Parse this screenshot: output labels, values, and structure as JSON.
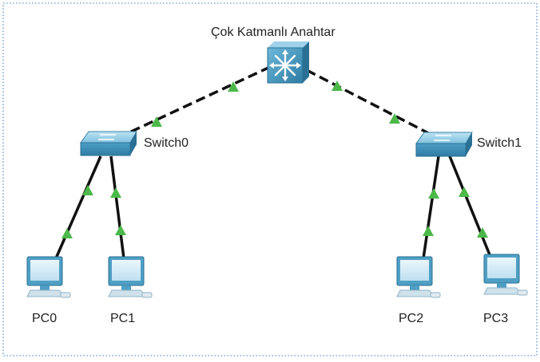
{
  "topology": {
    "multilayer_switch": {
      "label": "Çok Katmanlı Anahtar",
      "icon": "multilayer-switch-icon"
    },
    "switches": [
      {
        "id": "switch0",
        "label": "Switch0",
        "icon": "switch-icon"
      },
      {
        "id": "switch1",
        "label": "Switch1",
        "icon": "switch-icon"
      }
    ],
    "pcs": [
      {
        "id": "pc0",
        "label": "PC0",
        "icon": "pc-icon"
      },
      {
        "id": "pc1",
        "label": "PC1",
        "icon": "pc-icon"
      },
      {
        "id": "pc2",
        "label": "PC2",
        "icon": "pc-icon"
      },
      {
        "id": "pc3",
        "label": "PC3",
        "icon": "pc-icon"
      }
    ],
    "links": [
      {
        "from": "multilayer_switch",
        "to": "switch0",
        "style": "dashed",
        "status": "up"
      },
      {
        "from": "multilayer_switch",
        "to": "switch1",
        "style": "dashed",
        "status": "up"
      },
      {
        "from": "switch0",
        "to": "pc0",
        "style": "solid",
        "status": "up"
      },
      {
        "from": "switch0",
        "to": "pc1",
        "style": "solid",
        "status": "up"
      },
      {
        "from": "switch1",
        "to": "pc2",
        "style": "solid",
        "status": "up"
      },
      {
        "from": "switch1",
        "to": "pc3",
        "style": "solid",
        "status": "up"
      }
    ]
  },
  "colors": {
    "link": "#111111",
    "link_up_indicator": "#4db84a",
    "device_blue": "#4f9fc4",
    "device_dark": "#2f7da4",
    "border": "#6fa0d8"
  }
}
